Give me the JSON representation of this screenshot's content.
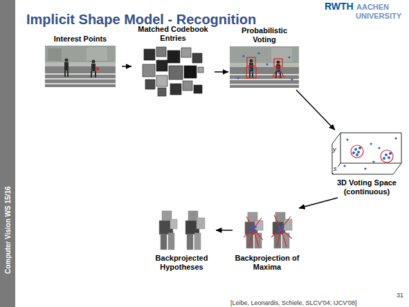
{
  "diagram": {
    "title": "Implicit Shape Model - Recognition",
    "nodes": [
      {
        "text": [
          "Interest Points"
        ]
      },
      {
        "text": [
          "Matched Codebook Entries"
        ]
      },
      {
        "text": [
          "Probabilistic Voting"
        ]
      },
      {
        "text": [
          "3D Voting Space (continuous)"
        ]
      },
      {
        "text": [
          "Backprojection of Maxima"
        ]
      },
      {
        "text": [
          "Backprojected Hypotheses"
        ]
      }
    ],
    "edges": [
      {
        "from": 0,
        "to": 1,
        "arrow": "to"
      },
      {
        "from": 1,
        "to": 2,
        "arrow": "to"
      },
      {
        "from": 2,
        "to": 3,
        "arrow": "to"
      },
      {
        "from": 3,
        "to": 4,
        "arrow": "to"
      },
      {
        "from": 4,
        "to": 5,
        "arrow": "to"
      }
    ],
    "labels": [
      "RWTH",
      "AACHEN",
      "UNIVERSITY",
      "Computer Vision WS 15/16",
      "31",
      "[Leibe, Leonardis, Schiele, SLCV'04; IJCV'08]",
      "y",
      "s"
    ]
  }
}
